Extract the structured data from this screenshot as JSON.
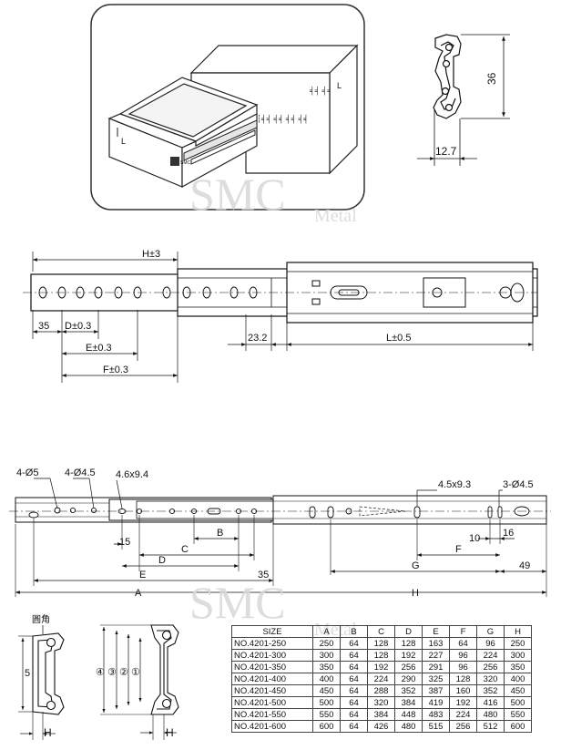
{
  "drawer_view": {
    "drawer_mark": "L",
    "cabinet_mark": "L"
  },
  "cross_section_top": {
    "height_label": "36",
    "width_label": "12.7"
  },
  "side_view": {
    "labels": [
      "H±3",
      "35",
      "D±0.3",
      "E±0.3",
      "F±0.3",
      "23.2",
      "L±0.5"
    ]
  },
  "hole_view": {
    "callouts": [
      "4-Ø5",
      "4-Ø4.5",
      "4.6x9.4",
      "4.5x9.3",
      "3-Ø4.5"
    ],
    "dims": [
      "15",
      "B",
      "C",
      "D",
      "E",
      "35",
      "A",
      "10",
      "16",
      "F",
      "G",
      "49",
      "H"
    ]
  },
  "profile_left": {
    "corner_label": "圓角",
    "height_label": "5",
    "width_label": "H"
  },
  "profile_right": {
    "numbers": [
      "④",
      "③",
      "②",
      "①"
    ],
    "width_label": "H"
  },
  "watermark": {
    "brand": "SMC",
    "sub": "Metal"
  },
  "size_table": {
    "headers": [
      "SIZE",
      "A",
      "B",
      "C",
      "D",
      "E",
      "F",
      "G",
      "H"
    ],
    "rows": [
      [
        "NO.4201-250",
        "250",
        "64",
        "128",
        "128",
        "163",
        "64",
        "96",
        "250"
      ],
      [
        "NO.4201-300",
        "300",
        "64",
        "128",
        "192",
        "227",
        "96",
        "224",
        "300"
      ],
      [
        "NO.4201-350",
        "350",
        "64",
        "192",
        "256",
        "291",
        "96",
        "256",
        "350"
      ],
      [
        "NO.4201-400",
        "400",
        "64",
        "224",
        "290",
        "325",
        "128",
        "320",
        "400"
      ],
      [
        "NO.4201-450",
        "450",
        "64",
        "288",
        "352",
        "387",
        "160",
        "352",
        "450"
      ],
      [
        "NO.4201-500",
        "500",
        "64",
        "320",
        "384",
        "419",
        "192",
        "416",
        "500"
      ],
      [
        "NO.4201-550",
        "550",
        "64",
        "384",
        "448",
        "483",
        "224",
        "480",
        "550"
      ],
      [
        "NO.4201-600",
        "600",
        "64",
        "426",
        "480",
        "515",
        "256",
        "512",
        "600"
      ]
    ]
  }
}
